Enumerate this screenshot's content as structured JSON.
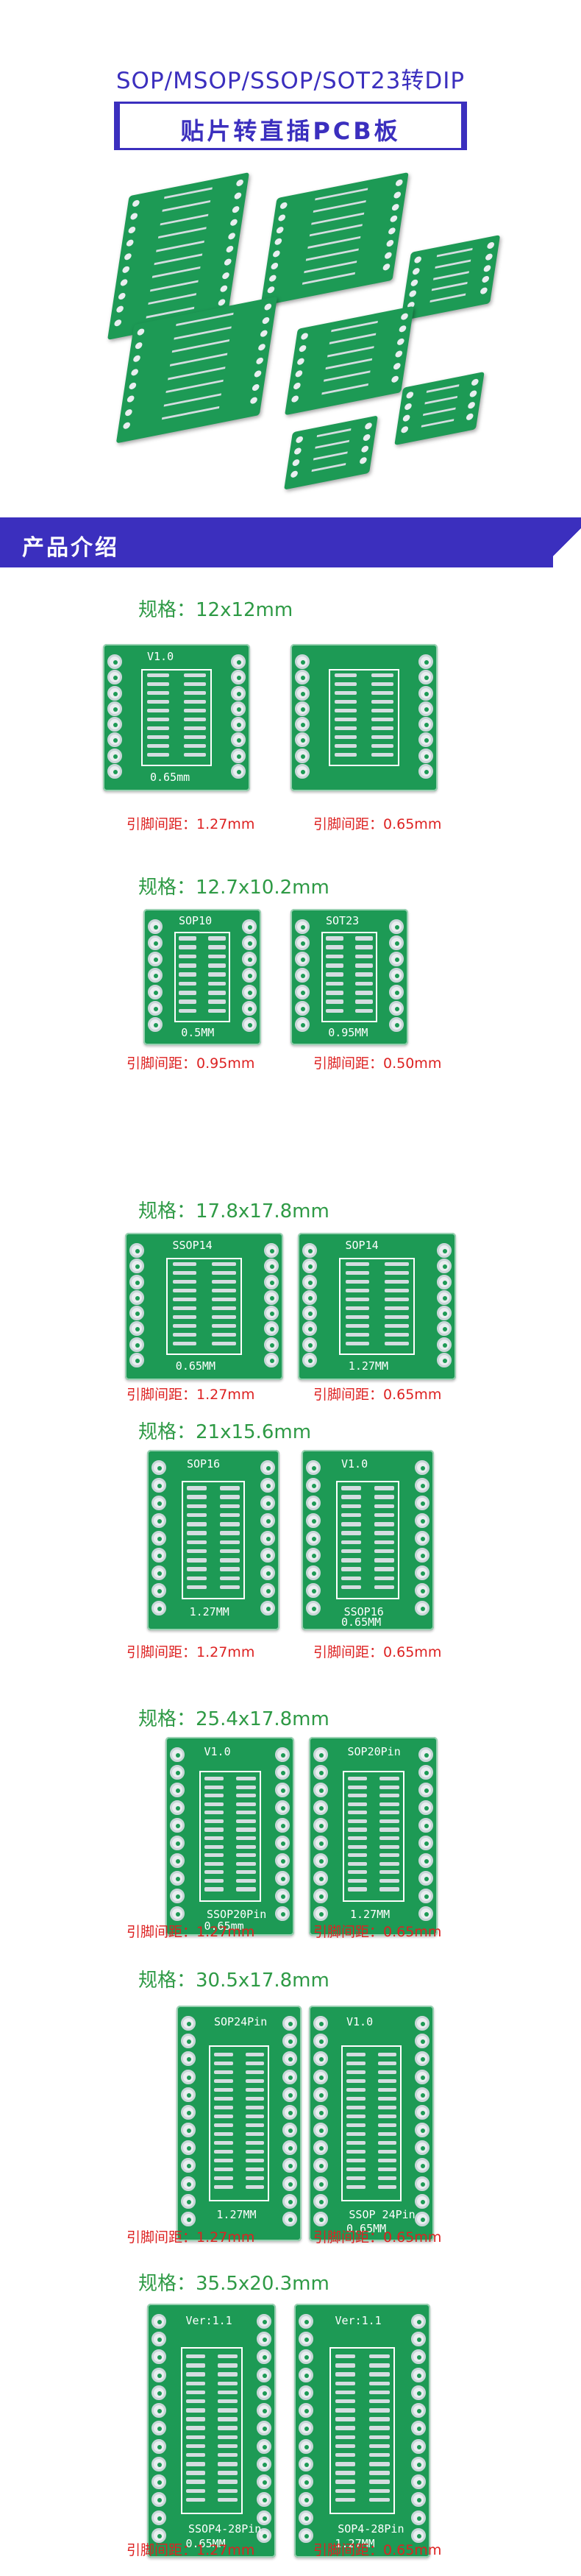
{
  "hero": {
    "title": "SOP/MSOP/SSOP/SOT23转DIP",
    "subtitle": "贴片转直插PCB板"
  },
  "section": {
    "title": "产品介绍"
  },
  "specs": [
    {
      "label": "规格：12x12mm",
      "left": {
        "pitch": "引脚间距：1.27mm",
        "silk": [
          "V1.0",
          "0.65mm"
        ]
      },
      "right": {
        "pitch": "引脚间距：0.65mm",
        "silk": []
      }
    },
    {
      "label": "规格：12.7x10.2mm",
      "left": {
        "pitch": "引脚间距：0.95mm",
        "silk": [
          "SOP10",
          "0.5MM"
        ]
      },
      "right": {
        "pitch": "引脚间距：0.50mm",
        "silk": [
          "SOT23",
          "0.95MM"
        ]
      }
    },
    {
      "label": "规格：17.8x17.8mm",
      "left": {
        "pitch": "引脚间距：1.27mm",
        "silk": [
          "SSOP14",
          "0.65MM"
        ]
      },
      "right": {
        "pitch": "引脚间距：0.65mm",
        "silk": [
          "SOP14",
          "1.27MM"
        ]
      }
    },
    {
      "label": "规格：21x15.6mm",
      "left": {
        "pitch": "引脚间距：1.27mm",
        "silk": [
          "SOP16",
          "1.27MM"
        ]
      },
      "right": {
        "pitch": "引脚间距：0.65mm",
        "silk": [
          "V1.0",
          "SSOP16",
          "0.65MM"
        ]
      }
    },
    {
      "label": "规格：25.4x17.8mm",
      "left": {
        "pitch": "引脚间距：1.27mm",
        "silk": [
          "V1.0",
          "SSOP20Pin",
          "0.65mm"
        ]
      },
      "right": {
        "pitch": "引脚间距：0.65mm",
        "silk": [
          "SOP20Pin",
          "1.27MM"
        ]
      }
    },
    {
      "label": "规格：30.5x17.8mm",
      "left": {
        "pitch": "引脚间距：1.27mm",
        "silk": [
          "SOP24Pin",
          "1.27MM"
        ]
      },
      "right": {
        "pitch": "引脚间距：0.65mm",
        "silk": [
          "V1.0",
          "SSOP 24Pin",
          "0.65MM"
        ]
      }
    },
    {
      "label": "规格：35.5x20.3mm",
      "left": {
        "pitch": "引脚间距：1.27mm",
        "silk": [
          "Ver:1.1",
          "SSOP4-28Pin",
          "0.65MM"
        ]
      },
      "right": {
        "pitch": "引脚间距：0.65mm",
        "silk": [
          "Ver:1.1",
          "SOP4-28Pin",
          "1.27MM"
        ]
      }
    }
  ],
  "colors": {
    "brand": "#3b2fbe",
    "spec_text": "#2e9a45",
    "pitch_text": "#dd2222",
    "pcb_green": "#1d9a55"
  }
}
